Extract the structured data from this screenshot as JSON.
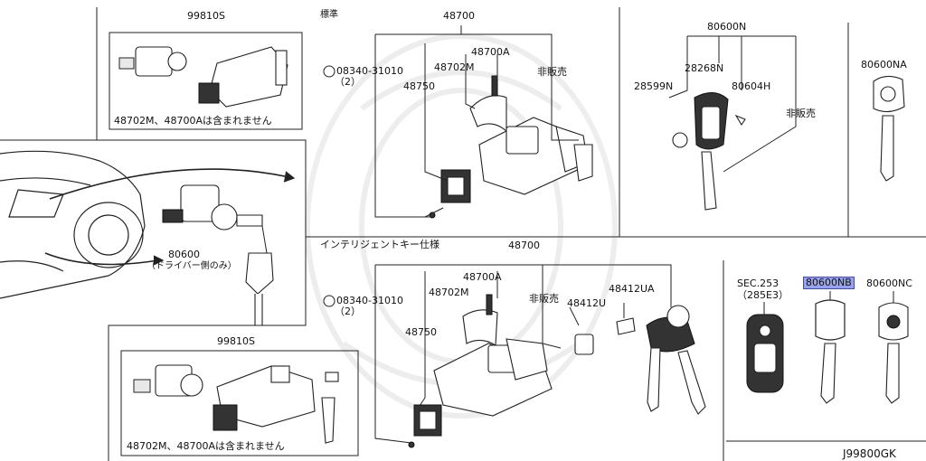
{
  "diagram": {
    "section_standard": "標準",
    "section_intelligent": "インテリジェントキー仕様",
    "figure_code": "J99800GK"
  },
  "labels": {
    "kit_top": "99810S",
    "kit_top_note": "48702M、48700Aは含まれません",
    "kit_bottom": "99810S",
    "kit_bottom_note": "48702M、48700Aは含まれません",
    "door_lock": "80600",
    "door_lock_note": "（ドライバー側のみ）",
    "std_assembly": "48700",
    "std_48700a": "48700A",
    "std_48702m": "48702M",
    "std_bolt": "08340-31010",
    "std_bolt_qty": "（2）",
    "std_48750": "48750",
    "std_not_sold": "非販売",
    "key_set": "80600N",
    "key_28268n": "28268N",
    "key_28599n": "28599N",
    "key_80604h": "80604H",
    "key_not_sold": "非販売",
    "key_na": "80600NA",
    "int_assembly": "48700",
    "int_48700a": "48700A",
    "int_48702m": "48702M",
    "int_not_sold": "非販売",
    "int_48412ua": "48412UA",
    "int_48412u": "48412U",
    "int_bolt": "08340-31010",
    "int_bolt_qty": "（2）",
    "int_48750": "48750",
    "sec_ref": "SEC.253",
    "sec_ref_sub": "（285E3）",
    "key_nb": "80600NB",
    "key_nc": "80600NC"
  },
  "highlight": {
    "part": "80600NB",
    "color": "#9aa3e6"
  }
}
